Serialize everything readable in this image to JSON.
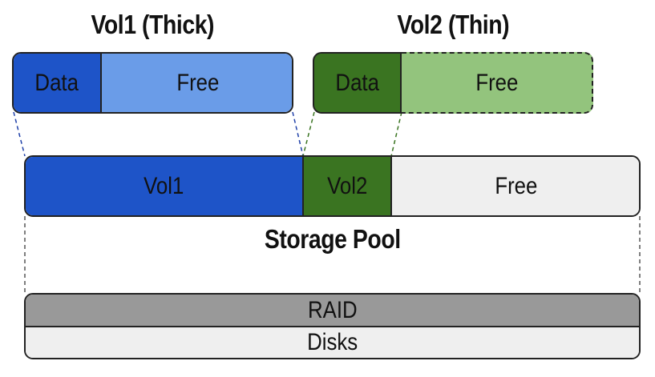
{
  "volumes": {
    "thick": {
      "title": "Vol1 (Thick)",
      "data_label": "Data",
      "free_label": "Free",
      "data_color": "#1e54c8",
      "free_color": "#6a9ce8"
    },
    "thin": {
      "title": "Vol2 (Thin)",
      "data_label": "Data",
      "free_label": "Free",
      "data_color": "#3a7421",
      "free_color": "#93c47d"
    }
  },
  "pool": {
    "vol1_label": "Vol1",
    "vol2_label": "Vol2",
    "free_label": "Free",
    "title": "Storage Pool",
    "vol1_color": "#1e54c8",
    "vol2_color": "#3a7421",
    "free_color": "#efefef"
  },
  "stack": {
    "raid_label": "RAID",
    "disks_label": "Disks",
    "raid_color": "#999999",
    "disks_color": "#efefef"
  },
  "connector_colors": {
    "thick": "#1e3fa8",
    "thin": "#3a7421",
    "pool": "#555555"
  }
}
